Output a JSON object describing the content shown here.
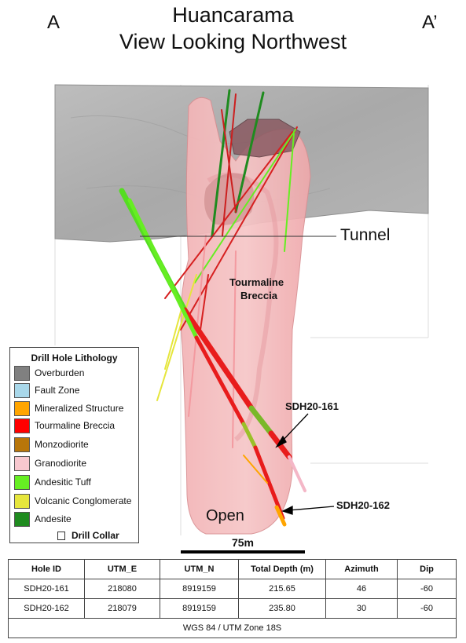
{
  "header": {
    "title_line1": "Huancarama",
    "title_line2": "View Looking Northwest",
    "left_marker": "A",
    "right_marker": "A’"
  },
  "labels": {
    "tunnel": "Tunnel",
    "breccia_line1": "Tourmaline",
    "breccia_line2": "Breccia",
    "open": "Open",
    "hole_161": "SDH20-161",
    "hole_162": "SDH20-162"
  },
  "legend": {
    "title": "Drill Hole Lithology",
    "items": [
      {
        "label": "Overburden",
        "color": "#808080"
      },
      {
        "label": "Fault Zone",
        "color": "#a9d8ea"
      },
      {
        "label": "Mineralized Structure",
        "color": "#ffa500"
      },
      {
        "label": "Tourmaline Breccia",
        "color": "#ff0000"
      },
      {
        "label": "Monzodiorite",
        "color": "#b8760a"
      },
      {
        "label": "Granodiorite",
        "color": "#f8c8cf"
      },
      {
        "label": "Andesitic Tuff",
        "color": "#66ee22"
      },
      {
        "label": "Volcanic Conglomerate",
        "color": "#e6e63c"
      },
      {
        "label": "Andesite",
        "color": "#1f8b1f"
      }
    ],
    "collar_label": "Drill Collar"
  },
  "scale": {
    "label": "75m"
  },
  "table": {
    "headers": [
      "Hole ID",
      "UTM_E",
      "UTM_N",
      "Total Depth (m)",
      "Azimuth",
      "Dip"
    ],
    "rows": [
      [
        "SDH20-161",
        "218080",
        "8919159",
        "215.65",
        "46",
        "-60"
      ],
      [
        "SDH20-162",
        "218079",
        "8919159",
        "235.80",
        "30",
        "-60"
      ]
    ],
    "footer": "WGS 84 / UTM Zone 18S"
  }
}
